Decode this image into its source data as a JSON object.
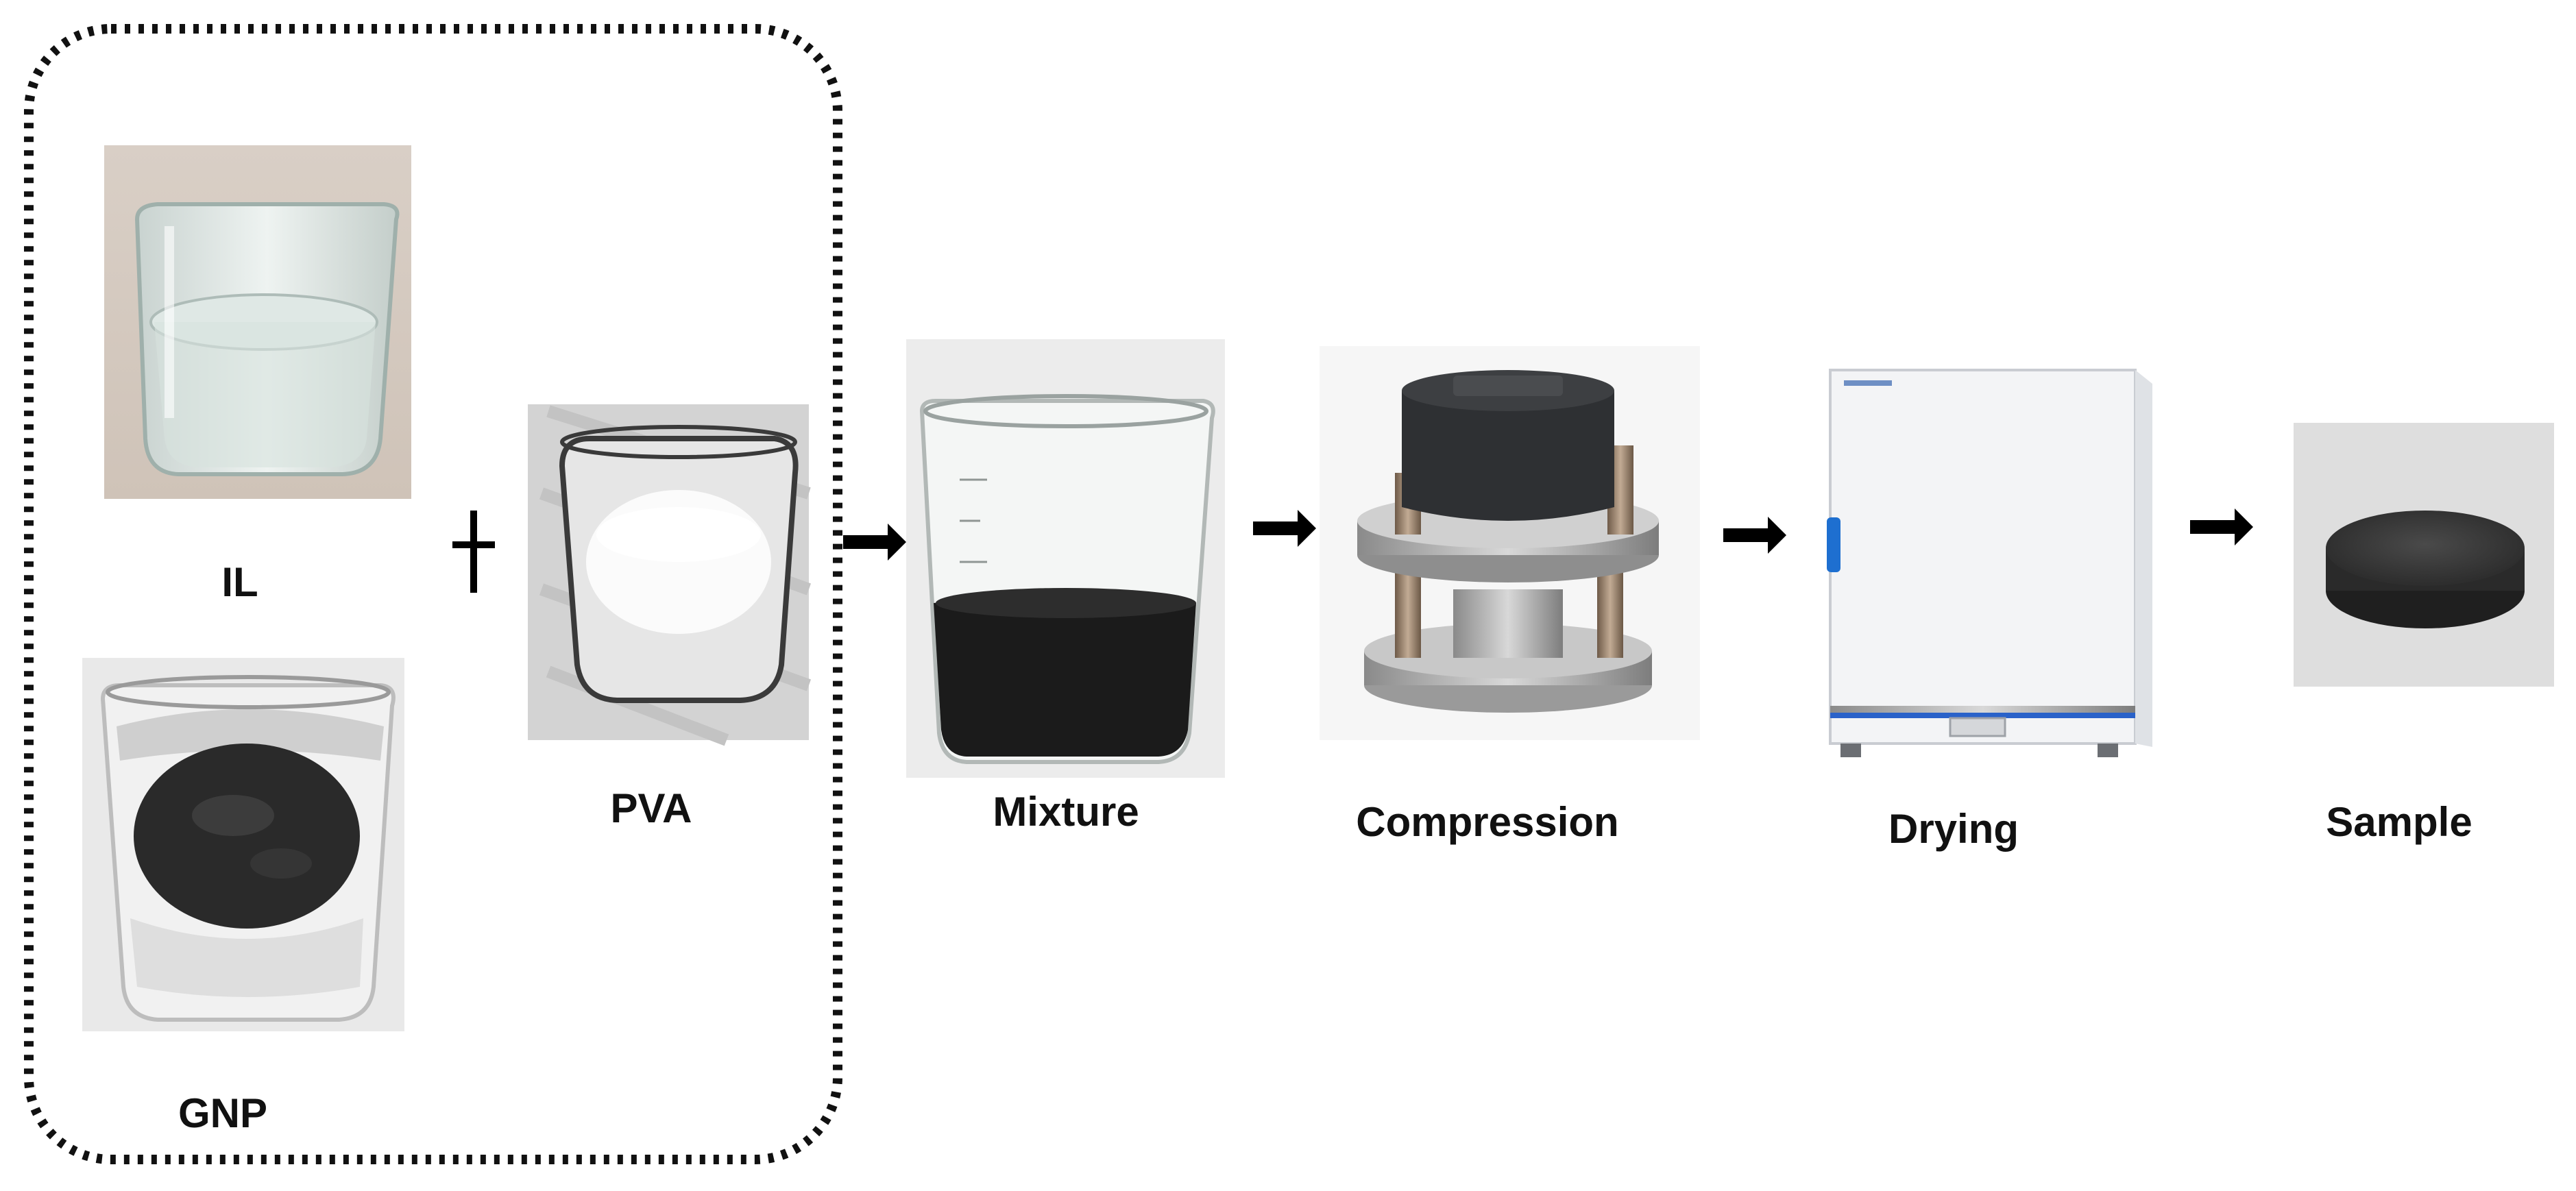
{
  "steps": {
    "il": "IL",
    "gnp": "GNP",
    "pva": "PVA",
    "mixture": "Mixture",
    "compression": "Compression",
    "drying": "Drying",
    "sample": "Sample"
  },
  "colors": {
    "arrow": "#000000",
    "frame": "#111111",
    "oven_handle": "#1e6fd0",
    "oven_stripe": "#2a62c9"
  },
  "icons": {
    "plus": "plus-icon",
    "arrow": "arrow-right-icon"
  }
}
